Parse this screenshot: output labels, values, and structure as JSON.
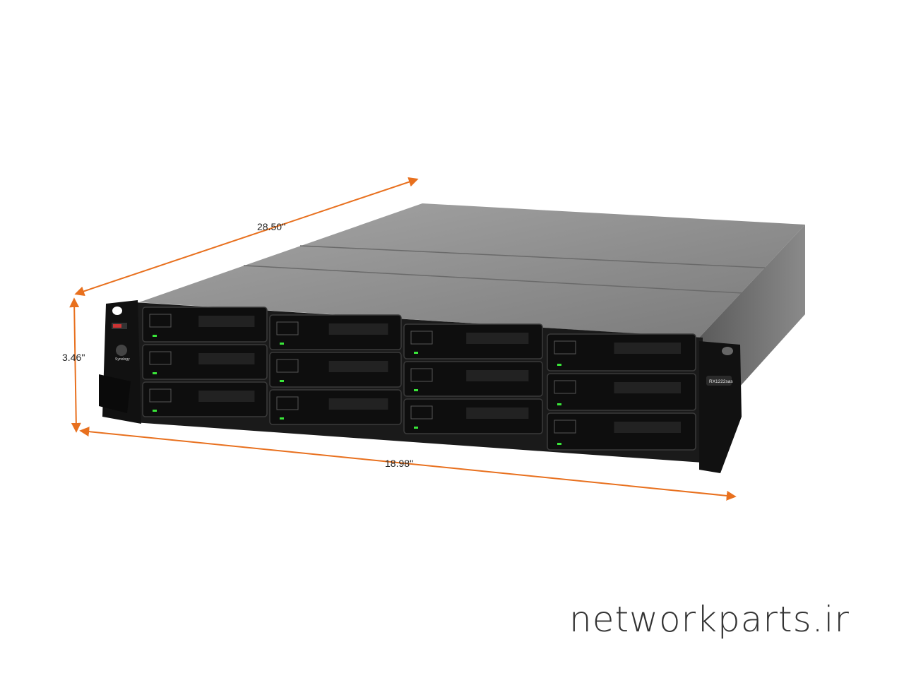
{
  "dimensions": {
    "depth": "28.50''",
    "height": "3.46''",
    "width": "18.98''"
  },
  "product": {
    "brand": "Synology",
    "model": "RX1222sas",
    "drive_bays": 12,
    "bay_columns": 4,
    "bay_rows": 3
  },
  "watermark": "networkparts.ir",
  "colors": {
    "arrow": "#e8701e",
    "chassis_top": "#8c8c8c",
    "chassis_front": "#1a1a1a",
    "led": "#39e639"
  }
}
